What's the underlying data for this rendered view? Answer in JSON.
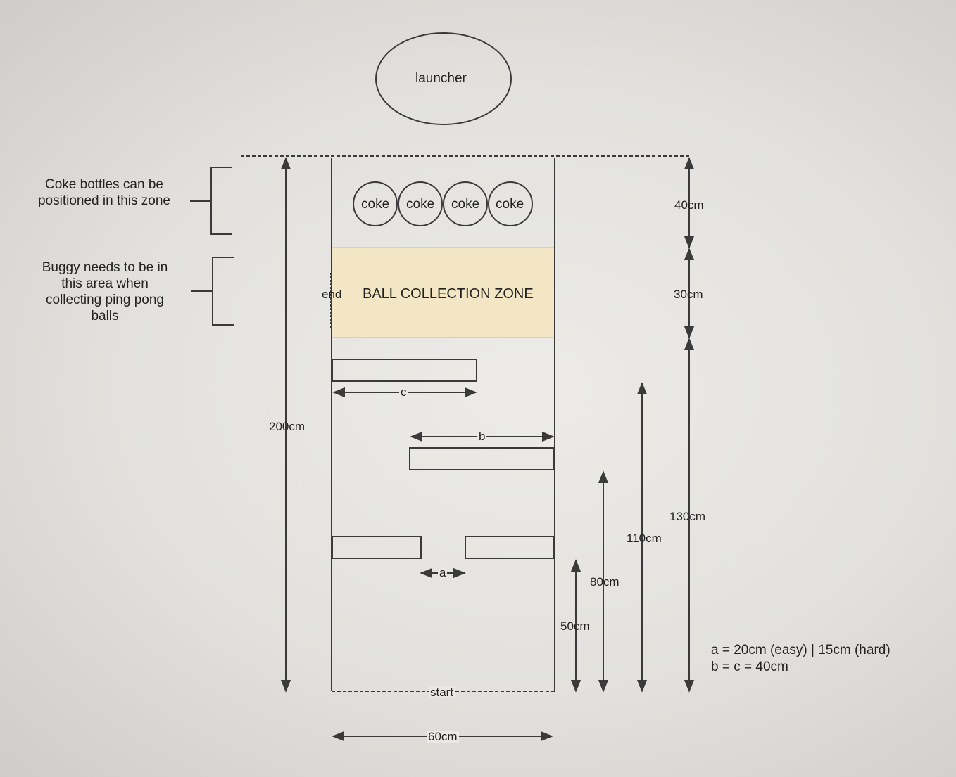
{
  "launcher": "launcher",
  "coke_bottles": [
    "coke",
    "coke",
    "coke",
    "coke"
  ],
  "ball_collection_zone": "BALL COLLECTION ZONE",
  "end_label": "end",
  "start_label": "start",
  "notes": {
    "coke_zone": "Coke bottles can be positioned in this zone",
    "buggy_zone": "Buggy needs to be in this area when collecting ping pong balls"
  },
  "dimensions": {
    "total_length": "200cm",
    "width": "60cm",
    "coke_zone_depth": "40cm",
    "collection_zone_depth": "30cm",
    "course_length": "130cm",
    "first_gap_height": "50cm",
    "second_wall_height": "80cm",
    "third_wall_height": "110cm"
  },
  "gap_labels": {
    "a": "a",
    "b": "b",
    "c": "c"
  },
  "legend": {
    "line1": "a = 20cm (easy) | 15cm (hard)",
    "line2": "b = c = 40cm"
  },
  "colors": {
    "collection_zone_fill": "#f2e6c4",
    "line": "#3a3a3a"
  }
}
